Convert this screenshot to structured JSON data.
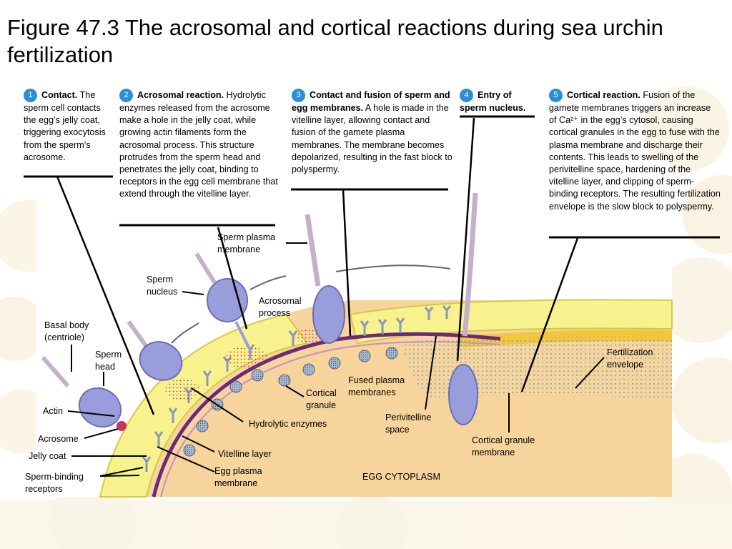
{
  "title": "Figure 47.3 The acrosomal and cortical reactions during sea urchin fertilization",
  "steps": [
    {
      "num": "1",
      "head": "Contact.",
      "body": " The sperm cell contacts the egg’s jelly coat, triggering exocytosis from the sperm’s acrosome."
    },
    {
      "num": "2",
      "head": "Acrosomal reaction.",
      "body": " Hydrolytic enzymes released from the acrosome make a hole in the jelly coat, while growing actin filaments form the acrosomal process. This structure protrudes from the sperm head and penetrates the jelly coat, binding to receptors in the egg cell membrane that extend through the vitelline layer."
    },
    {
      "num": "3",
      "head": "Contact and fusion of sperm and egg membranes.",
      "body": " A hole is made in the vitelline layer, allowing contact and fusion of the gamete plasma membranes. The membrane becomes depolarized, resulting in the fast block to polyspermy."
    },
    {
      "num": "4",
      "head": "Entry of sperm nucleus.",
      "body": ""
    },
    {
      "num": "5",
      "head": "Cortical reaction.",
      "body": " Fusion of the gamete membranes triggers an increase of Ca²⁺ in the egg’s cytosol, causing cortical granules in the egg to fuse with the plasma membrane and discharge their contents. This leads to swelling of the perivitelline space, hardening of the vitelline layer, and clipping of sperm-binding receptors. The resulting fertilization envelope is the slow block to polyspermy."
    }
  ],
  "labels": {
    "sperm_plasma_membrane": "Sperm plasma membrane",
    "sperm_nucleus": "Sperm nucleus",
    "acrosomal_process": "Acrosomal process",
    "basal_body": "Basal body (centriole)",
    "sperm_head": "Sperm head",
    "actin": "Actin",
    "acrosome": "Acrosome",
    "jelly_coat": "Jelly coat",
    "sperm_binding_receptors": "Sperm-binding receptors",
    "hydrolytic_enzymes": "Hydrolytic enzymes",
    "cortical_granule": "Cortical granule",
    "fused_plasma_membranes": "Fused plasma membranes",
    "vitelline_layer": "Vitelline layer",
    "egg_plasma_membrane": "Egg plasma membrane",
    "perivitelline_space": "Perivitelline space",
    "cortical_granule_membrane": "Cortical granule membrane",
    "fertilization_envelope": "Fertilization envelope",
    "egg_cytoplasm": "EGG CYTOPLASM"
  },
  "colors": {
    "step_badge": "#2a8fd6",
    "cytoplasm": "#f6d49c",
    "jelly_coat": "#f7f28d",
    "jelly_outline": "#d8c64a",
    "vitelline": "#6b2a78",
    "receptor": "#8a98bb",
    "granule": "#7f8ea6",
    "sperm_head": "#9a9ddc",
    "sperm_tail": "#c4b0c9",
    "fertilization_envelope": "#f2c73e",
    "perivitelline": "#8fc3df",
    "enzymes": "#c6345c"
  }
}
